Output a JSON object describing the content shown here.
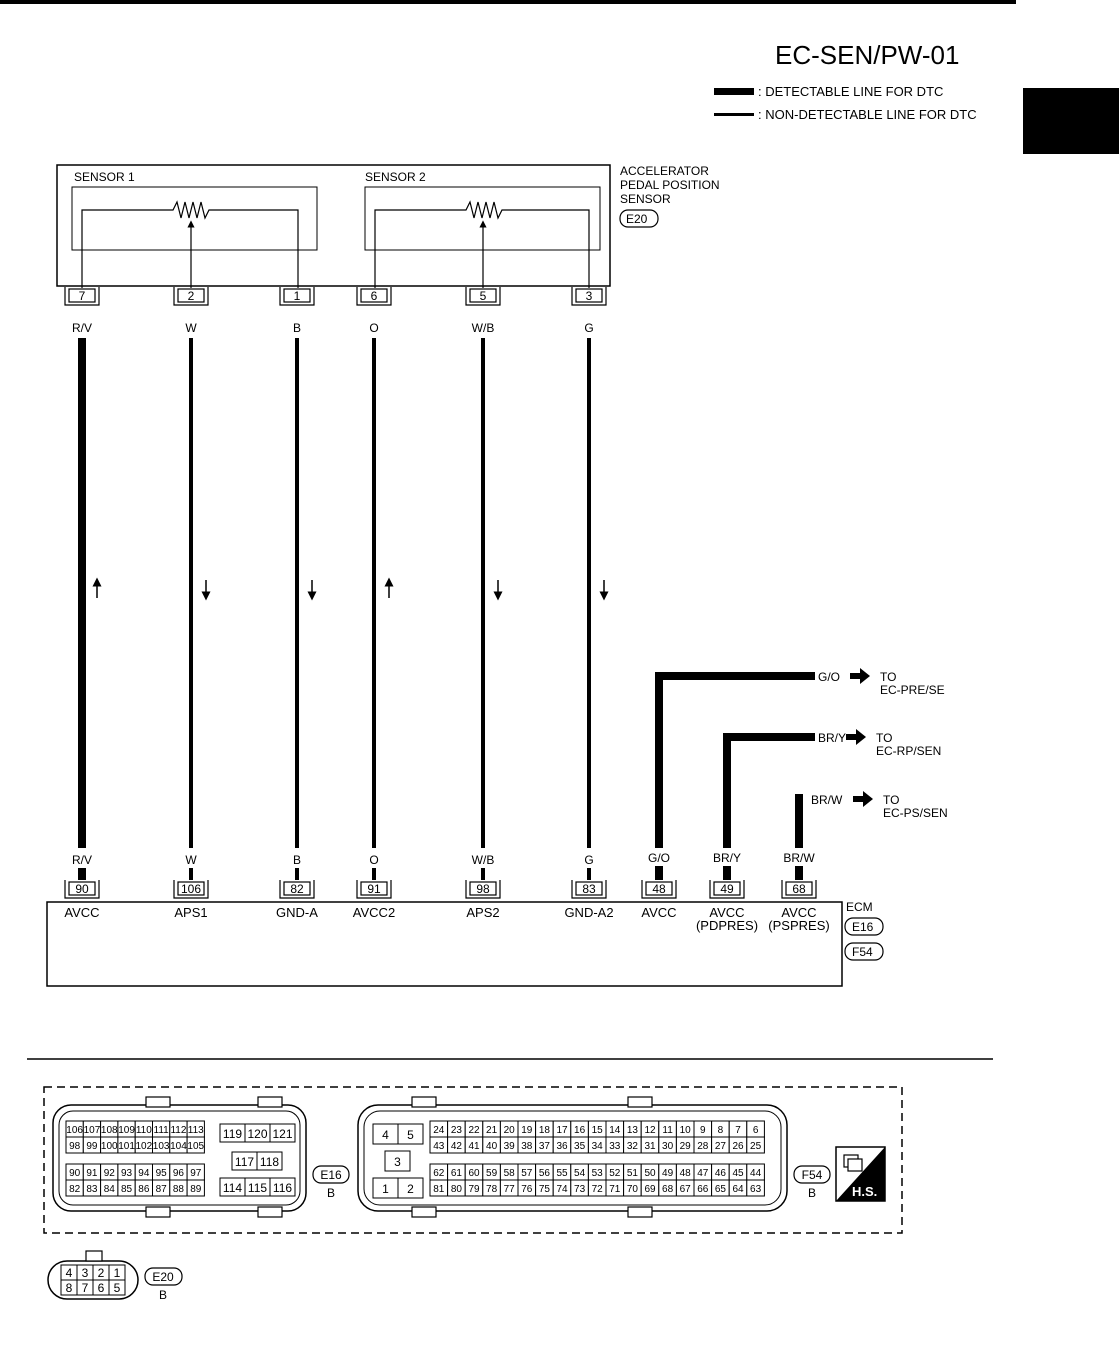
{
  "title": "EC-SEN/PW-01",
  "legend": {
    "detectable": ": DETECTABLE LINE FOR DTC",
    "non_detectable": ": NON-DETECTABLE LINE FOR DTC"
  },
  "sensor": {
    "label_lines": [
      "ACCELERATOR",
      "PEDAL POSITION",
      "SENSOR"
    ],
    "connector_id": "E20",
    "sensor1_label": "SENSOR 1",
    "sensor2_label": "SENSOR 2"
  },
  "ecm": {
    "label": "ECM",
    "connectors": [
      "E16",
      "F54"
    ]
  },
  "wires": [
    {
      "sensor_pin": "7",
      "top_color": "R/V",
      "bottom_color": "R/V",
      "ecm_pin": "90",
      "ecm_label": [
        "AVCC"
      ],
      "arrow": "up"
    },
    {
      "sensor_pin": "2",
      "top_color": "W",
      "bottom_color": "W",
      "ecm_pin": "106",
      "ecm_label": [
        "APS1"
      ],
      "arrow": "down"
    },
    {
      "sensor_pin": "1",
      "top_color": "B",
      "bottom_color": "B",
      "ecm_pin": "82",
      "ecm_label": [
        "GND-A"
      ],
      "arrow": "down"
    },
    {
      "sensor_pin": "6",
      "top_color": "O",
      "bottom_color": "O",
      "ecm_pin": "91",
      "ecm_label": [
        "AVCC2"
      ],
      "arrow": "up"
    },
    {
      "sensor_pin": "5",
      "top_color": "W/B",
      "bottom_color": "W/B",
      "ecm_pin": "98",
      "ecm_label": [
        "APS2"
      ],
      "arrow": "down"
    },
    {
      "sensor_pin": "3",
      "top_color": "G",
      "bottom_color": "G",
      "ecm_pin": "83",
      "ecm_label": [
        "GND-A2"
      ],
      "arrow": "down"
    }
  ],
  "branches": [
    {
      "ecm_pin": "48",
      "color": "G/O",
      "ecm_label": [
        "AVCC"
      ],
      "to": [
        "TO",
        "EC-PRE/SE"
      ]
    },
    {
      "ecm_pin": "49",
      "color": "BR/Y",
      "ecm_label": [
        "AVCC",
        "(PDPRES)"
      ],
      "to": [
        "TO",
        "EC-RP/SEN"
      ]
    },
    {
      "ecm_pin": "68",
      "color": "BR/W",
      "ecm_label": [
        "AVCC",
        "(PSPRES)"
      ],
      "to": [
        "TO",
        "EC-PS/SEN"
      ]
    }
  ],
  "connectors": {
    "e16": {
      "id": "E16",
      "color": "B",
      "rows": [
        [
          "106",
          "107",
          "108",
          "109",
          "110",
          "111",
          "112",
          "113"
        ],
        [
          "98",
          "99",
          "100",
          "101",
          "102",
          "103",
          "104",
          "105"
        ],
        [
          "90",
          "91",
          "92",
          "93",
          "94",
          "95",
          "96",
          "97"
        ],
        [
          "82",
          "83",
          "84",
          "85",
          "86",
          "87",
          "88",
          "89"
        ]
      ],
      "right": [
        "119",
        "120",
        "121",
        "117",
        "118",
        "114",
        "115",
        "116"
      ]
    },
    "f54": {
      "id": "F54",
      "color": "B",
      "left": [
        "4",
        "5",
        "3",
        "1",
        "2"
      ],
      "rows": [
        [
          "24",
          "23",
          "22",
          "21",
          "20",
          "19",
          "18",
          "17",
          "16",
          "15",
          "14",
          "13",
          "12",
          "11",
          "10",
          "9",
          "8",
          "7",
          "6"
        ],
        [
          "43",
          "42",
          "41",
          "40",
          "39",
          "38",
          "37",
          "36",
          "35",
          "34",
          "33",
          "32",
          "31",
          "30",
          "29",
          "28",
          "27",
          "26",
          "25"
        ],
        [
          "62",
          "61",
          "60",
          "59",
          "58",
          "57",
          "56",
          "55",
          "54",
          "53",
          "52",
          "51",
          "50",
          "49",
          "48",
          "47",
          "46",
          "45",
          "44"
        ],
        [
          "81",
          "80",
          "79",
          "78",
          "77",
          "76",
          "75",
          "74",
          "73",
          "72",
          "71",
          "70",
          "69",
          "68",
          "67",
          "66",
          "65",
          "64",
          "63"
        ]
      ]
    },
    "e20": {
      "id": "E20",
      "color": "B",
      "rows": [
        [
          "4",
          "3",
          "2",
          "1"
        ],
        [
          "8",
          "7",
          "6",
          "5"
        ]
      ]
    }
  },
  "hs_label": "H.S."
}
